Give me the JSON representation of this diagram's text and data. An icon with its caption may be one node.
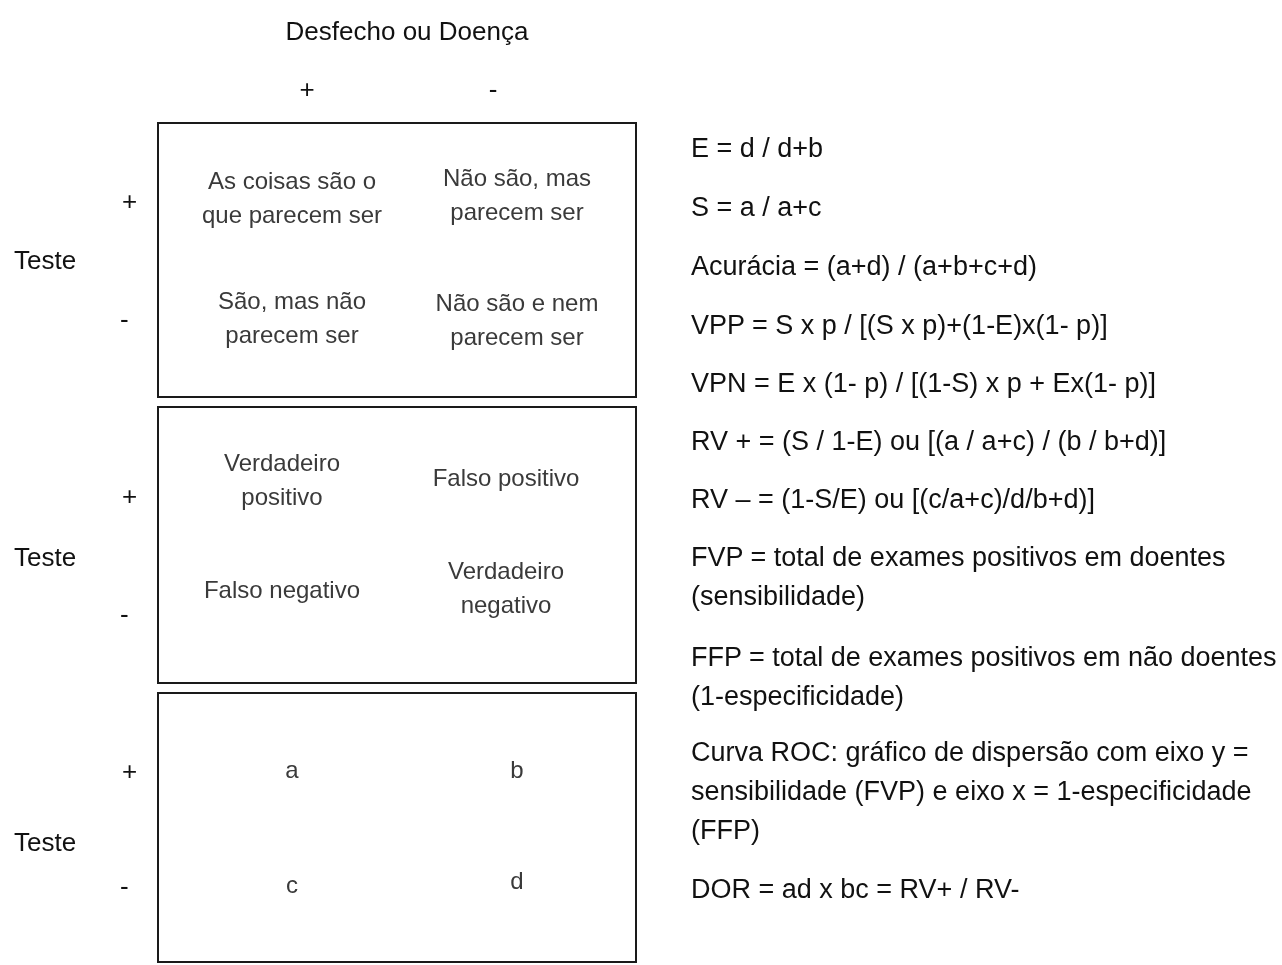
{
  "diagram": {
    "nodes": [
      {
        "text": [
          "As coisas são o que parecem ser",
          "Não são, mas parecem ser",
          "São, mas não parecem ser",
          "Não são e nem parecem ser"
        ]
      },
      {
        "text": [
          "Verdadeiro positivo",
          "Falso positivo",
          "Falso negativo",
          "Verdadeiro negativo"
        ]
      },
      {
        "text": [
          "a",
          "b",
          "c",
          "d"
        ]
      }
    ],
    "labels": [
      "Desfecho ou Doença",
      "+",
      "-",
      "+",
      "Teste",
      "-",
      "+",
      "Teste",
      "-",
      "+",
      "Teste",
      "-",
      "E = d / d+b",
      "S = a / a+c",
      "Acurácia = (a+d) / (a+b+c+d)",
      "VPP = S x p / [(S x p)+(1-E)x(1- p)]",
      "VPN = E x (1- p) / [(1-S) x p + Ex(1- p)]",
      "RV + = (S / 1-E) ou [(a / a+c) / (b / b+d)]",
      "RV – = (1-S/E) ou [(c/a+c)/d/b+d)]",
      "FVP = total de exames positivos em doentes (sensibilidade)",
      "FFP = total de exames positivos em não doentes (1-especificidade)",
      "Curva ROC: gráfico de dispersão com eixo y = sensibilidade (FVP) e eixo x = 1-especificidade (FFP)",
      "DOR = ad x bc = RV+ / RV-"
    ]
  }
}
